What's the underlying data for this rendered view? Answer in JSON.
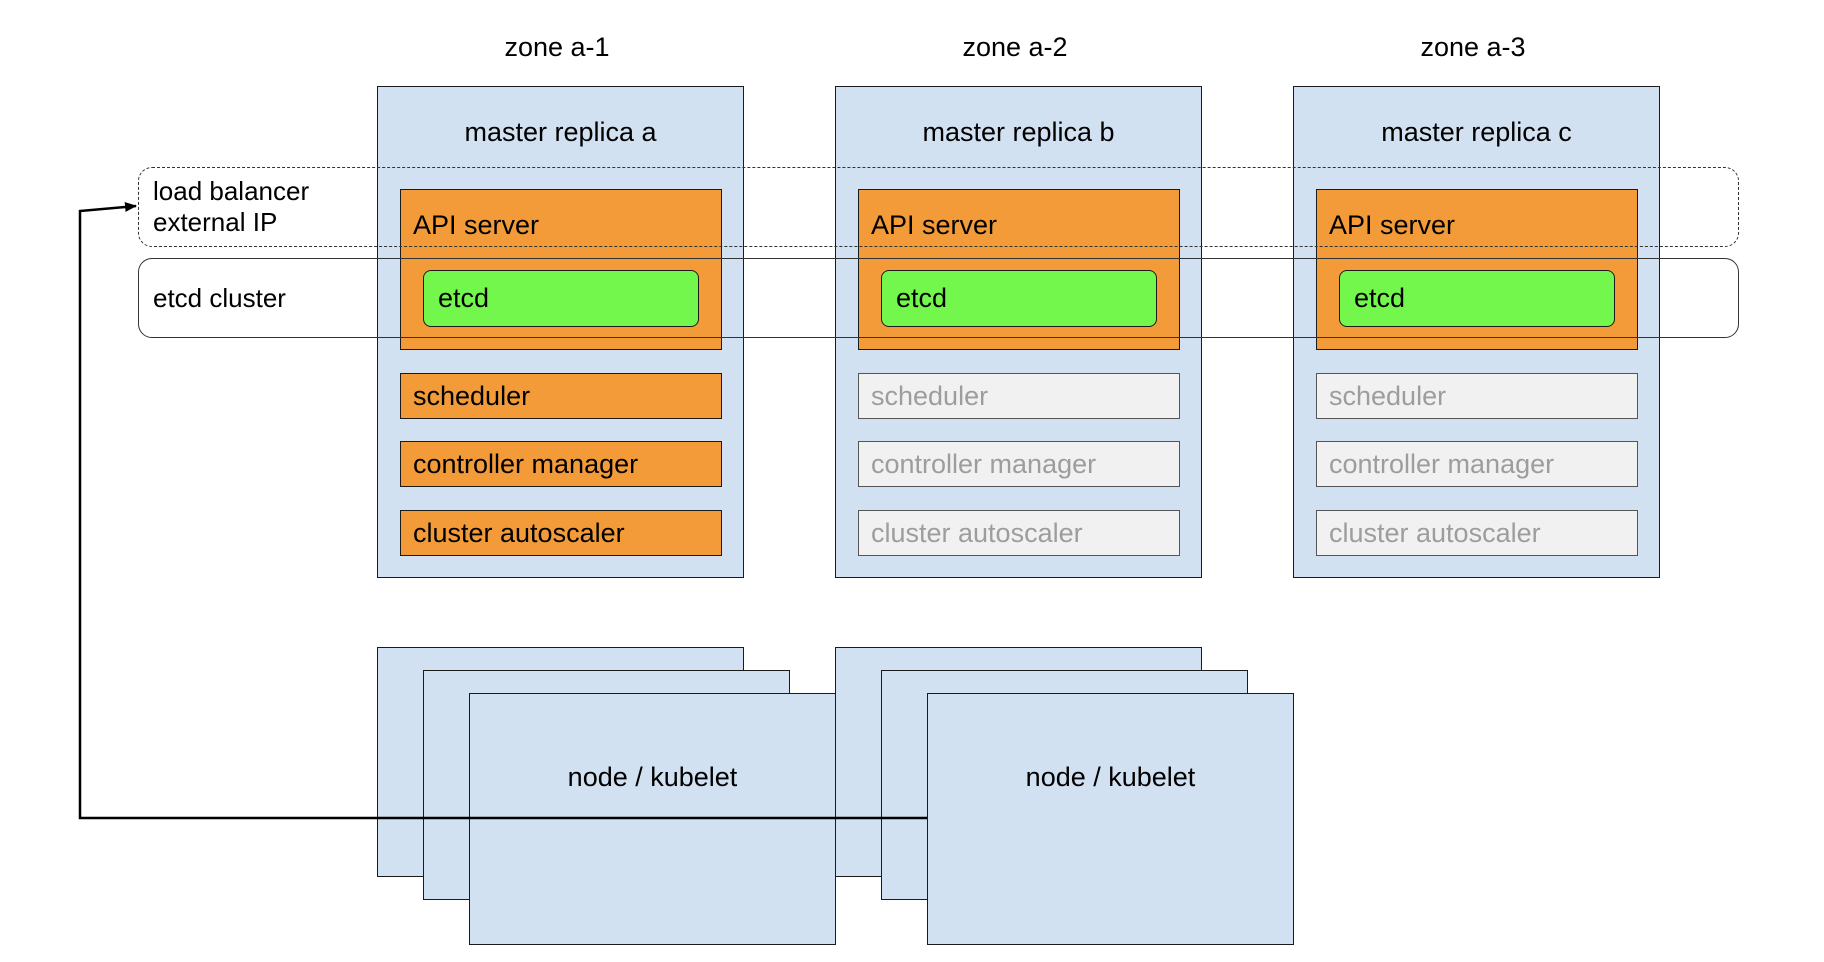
{
  "zones": [
    {
      "label": "zone a-1",
      "replica": "master replica a",
      "api": "API server",
      "etcd": "etcd",
      "state": "active",
      "components": [
        "scheduler",
        "controller manager",
        "cluster autoscaler"
      ]
    },
    {
      "label": "zone a-2",
      "replica": "master replica b",
      "api": "API server",
      "etcd": "etcd",
      "state": "standby",
      "components": [
        "scheduler",
        "controller manager",
        "cluster autoscaler"
      ]
    },
    {
      "label": "zone a-3",
      "replica": "master replica c",
      "api": "API server",
      "etcd": "etcd",
      "state": "standby",
      "components": [
        "scheduler",
        "controller manager",
        "cluster autoscaler"
      ]
    }
  ],
  "load_balancer": {
    "line1": "load balancer",
    "line2": "external IP"
  },
  "etcd_cluster": {
    "label": "etcd cluster"
  },
  "nodes": [
    {
      "label": "node / kubelet"
    },
    {
      "label": "node / kubelet"
    }
  ],
  "colors": {
    "replica_bg": "#d1e1f1",
    "active_component": "#f29b38",
    "standby_component": "#f1f1f1",
    "standby_text": "#9d9d9d",
    "etcd": "#74f74d"
  }
}
